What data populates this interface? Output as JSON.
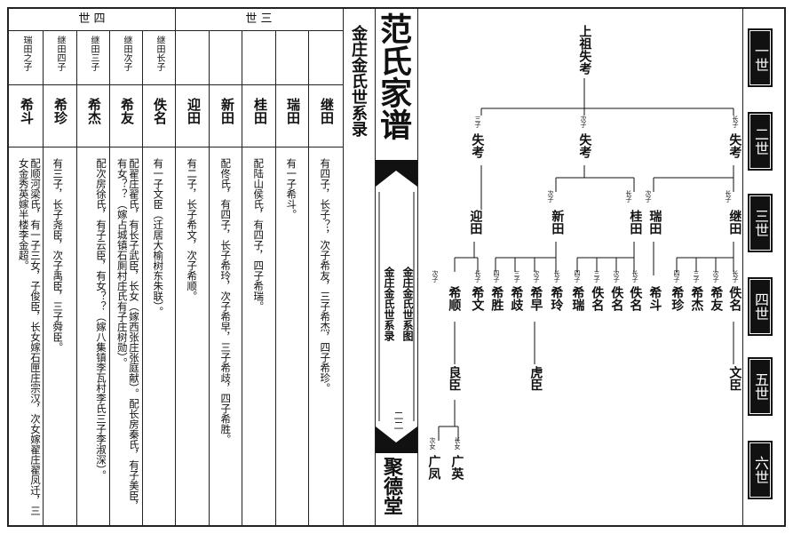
{
  "page": {
    "main_title": "范氏家谱",
    "series_title": "金庄金氏世系录",
    "hall_name": "聚德堂",
    "page_number": "二二",
    "spine_sub1": "金庄金氏世系图",
    "spine_sub2": "金庄金氏世系录"
  },
  "generations": {
    "gen3": "世 三",
    "gen4": "世 四"
  },
  "register": [
    {
      "relation": "继田长子",
      "name": "佚名",
      "note": "有一子文臣（迁居大榆树东朱联）。"
    },
    {
      "relation": "继田次子",
      "name": "希友",
      "note": "配翟庄翟氏，有长子武臣，长女（嫁西张庄张庭献）。配长房秦氏，有子美臣，有女？？（嫁占城镇石厠村庄氏有子庄树勋）。"
    },
    {
      "relation": "继田三子",
      "name": "希杰",
      "note": "配次房徐氏，有子云臣，有女？？（嫁八集镇李瓦村李氏三子李淑深）。"
    },
    {
      "relation": "继田四子",
      "name": "希珍",
      "note": "有三子，长子尧臣，次子禹臣，三子舜臣。"
    },
    {
      "relation": "瑞田之子",
      "name": "希斗",
      "note": "配顺河梁氏，有一子三女，子俊臣，长女嫁石匣庄宗汉，次女嫁翟庄翟凤迁，三女金秀英嫁半楼李金超。"
    },
    {
      "relation": "",
      "name": "迎田",
      "note": "有二子，长子希文，次子希顺。"
    },
    {
      "relation": "",
      "name": "新田",
      "note": "配佟氏，有四子，长子希玲，次子希早，三子希歧，四子希胜。"
    },
    {
      "relation": "",
      "name": "桂田",
      "note": "配陆山侯氏，有四子，四子希瑞。"
    },
    {
      "relation": "",
      "name": "瑞田",
      "note": "有一子希斗。"
    },
    {
      "relation": "",
      "name": "继田",
      "note": "有四子，长子？，次子希友，三子希杰，四子希珍。"
    }
  ],
  "tree": {
    "root": "上祖失考",
    "gen2": [
      {
        "label": "三子",
        "name": "失考"
      },
      {
        "label": "次子",
        "name": "失考"
      },
      {
        "label": "长子",
        "name": "失考"
      }
    ],
    "gen3": [
      {
        "label": "",
        "name": "迎田"
      },
      {
        "label": "次子",
        "name": "新田"
      },
      {
        "label": "长子",
        "name": "桂田"
      },
      {
        "label": "次子",
        "name": "瑞田"
      },
      {
        "label": "长子",
        "name": "继田"
      }
    ],
    "gen4": [
      {
        "label": "次子",
        "name": "希顺"
      },
      {
        "label": "长子",
        "name": "希文"
      },
      {
        "label": "四子",
        "name": "希胜"
      },
      {
        "label": "三子",
        "name": "希歧"
      },
      {
        "label": "次子",
        "name": "希早"
      },
      {
        "label": "长子",
        "name": "希玲"
      },
      {
        "label": "四子",
        "name": "希瑞"
      },
      {
        "label": "三子",
        "name": "佚名"
      },
      {
        "label": "次子",
        "name": "佚名"
      },
      {
        "label": "长子",
        "name": "佚名"
      },
      {
        "label": "",
        "name": "希斗"
      },
      {
        "label": "四子",
        "name": "希珍"
      },
      {
        "label": "三子",
        "name": "希杰"
      },
      {
        "label": "次子",
        "name": "希友"
      },
      {
        "label": "长子",
        "name": "佚名"
      }
    ],
    "gen5": [
      {
        "name": "良臣"
      },
      {
        "name": "虎臣"
      },
      {
        "name": "文臣"
      }
    ],
    "gen6": [
      {
        "label": "次女",
        "name": "广凤"
      },
      {
        "label": "长女",
        "name": "广英"
      }
    ]
  },
  "gen_badges": [
    "一世",
    "二世",
    "三世",
    "四世",
    "五世",
    "六世"
  ]
}
